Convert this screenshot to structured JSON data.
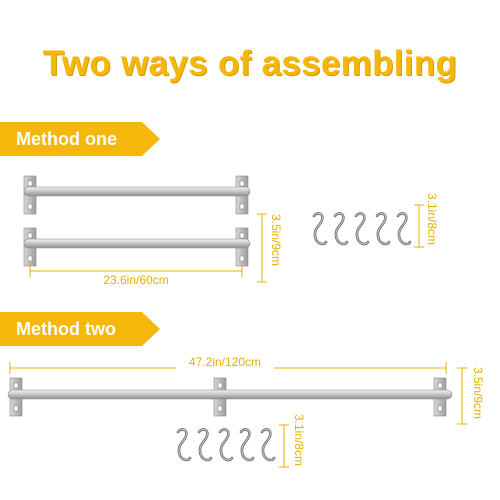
{
  "title": "Two ways of assembling",
  "method_one": {
    "label": "Method one",
    "rail_length": "23.6in/60cm",
    "rail_spacing": "3.5in/9cm",
    "hook_length": "3.1in/8cm"
  },
  "method_two": {
    "label": "Method two",
    "rail_length": "47.2in/120cm",
    "rail_height": "3.5in/9cm",
    "hook_length": "3.1in/8cm"
  },
  "colors": {
    "accent": "#F5B70A",
    "metal": "#B7B7B7"
  }
}
